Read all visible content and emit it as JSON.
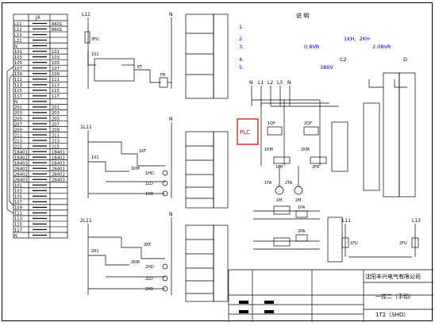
{
  "title_block": {
    "company": "沈阳丰兴电气有限公司",
    "drawing_title": "一控二（手动）",
    "drawing_number": "1T2（SHD）"
  },
  "notes": {
    "heading": "说 明",
    "items": [
      "1. ",
      "2. ",
      "3. ",
      "4. ",
      "5. "
    ],
    "fragments": [
      "1KH、2KH",
      "0.8VR",
      "2.08VR",
      "C2",
      "D",
      "380V"
    ]
  },
  "terminal_strip": {
    "header": "JX",
    "rows": [
      [
        "L11",
        "",
        "A601"
      ],
      [
        "L12",
        "",
        "B601"
      ],
      [
        "L13",
        "",
        ""
      ],
      [
        "L21",
        "",
        ""
      ],
      [
        "N",
        "",
        ""
      ],
      [
        "101",
        "",
        "101"
      ],
      [
        "103",
        "",
        "103"
      ],
      [
        "105",
        "",
        "105"
      ],
      [
        "107",
        "",
        "107"
      ],
      [
        "109",
        "",
        "109"
      ],
      [
        "111",
        "",
        "111"
      ],
      [
        "113",
        "",
        "113"
      ],
      [
        "115",
        "",
        "115"
      ],
      [
        "117",
        "",
        "117"
      ],
      [
        "N",
        "",
        ""
      ],
      [
        "201",
        "",
        "201"
      ],
      [
        "203",
        "",
        "203"
      ],
      [
        "205",
        "",
        "205"
      ],
      [
        "207",
        "",
        "207"
      ],
      [
        "209",
        "",
        "209"
      ],
      [
        "211",
        "",
        "211"
      ],
      [
        "213",
        "",
        "213"
      ],
      [
        "215",
        "",
        "215"
      ],
      [
        "1B401",
        "",
        "1B401"
      ],
      [
        "1B402",
        "",
        "1B402"
      ],
      [
        "1B403",
        "",
        "1B403"
      ],
      [
        "2B401",
        "",
        "2B401"
      ],
      [
        "2B402",
        "",
        "2B402"
      ],
      [
        "2B403",
        "",
        "2B403"
      ],
      [
        "101",
        "",
        ""
      ],
      [
        "103",
        "",
        ""
      ],
      [
        "105",
        "",
        ""
      ],
      [
        "107",
        "",
        ""
      ],
      [
        "109",
        "",
        ""
      ],
      [
        "111",
        "",
        ""
      ],
      [
        "113",
        "",
        ""
      ],
      [
        "115",
        "",
        ""
      ],
      [
        "117",
        "",
        ""
      ],
      [
        "N",
        "",
        ""
      ]
    ]
  },
  "circuits": {
    "top": {
      "phase": "L11",
      "neutral": "N",
      "fuse": "3FU",
      "wire": "101",
      "relay": "FR",
      "contact": "KT"
    },
    "pump1": {
      "phase": "1L11",
      "neutral": "N",
      "wire": "101",
      "contactor": "1KM",
      "timer": "1KT",
      "lamp1": "1HD",
      "lamp2": "1LD",
      "lamp3": "1YD"
    },
    "pump2": {
      "phase": "2L11",
      "neutral": "N",
      "wire": "201",
      "contactor": "2KM",
      "timer": "2KT",
      "lamp1": "2HD",
      "lamp2": "2LD",
      "lamp3": "2YD"
    }
  },
  "power": {
    "bus": [
      "N",
      "L1",
      "L2",
      "L3",
      "N"
    ],
    "breakers": [
      "1QF",
      "2QF"
    ],
    "contactors": [
      "1KM",
      "2KM"
    ],
    "relays": [
      "1FR",
      "2FR"
    ],
    "motors": [
      "1M",
      "2M"
    ],
    "ct": [
      "1TA",
      "2TA"
    ],
    "red_box": "PLC",
    "ammeters": [
      "1PA",
      "2PA"
    ],
    "control_power": [
      "L11",
      "L13"
    ],
    "control_fuses": [
      "1FU",
      "2FU"
    ]
  }
}
